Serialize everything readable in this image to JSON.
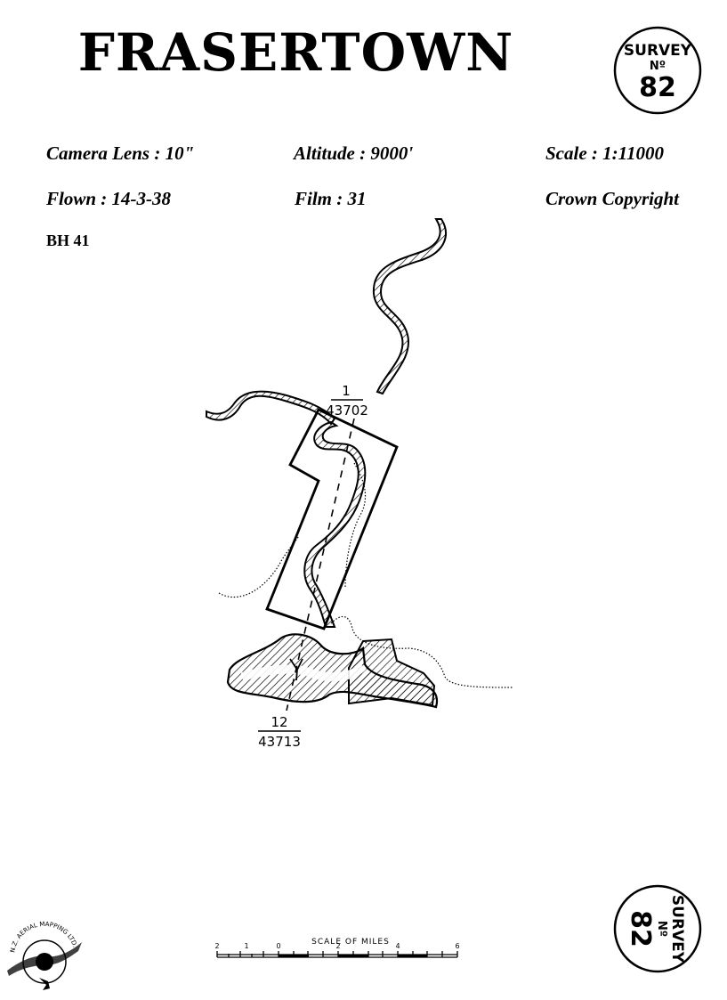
{
  "title": "FRASERTOWN",
  "survey_badge": {
    "line1": "SURVEY",
    "line2": "Nº",
    "number": "82"
  },
  "details": {
    "camera_lens": "Camera Lens : 10\"",
    "altitude": "Altitude : 9000'",
    "scale": "Scale : 1:11000",
    "flown": "Flown : 14-3-38",
    "film": "Film : 31",
    "copyright": "Crown Copyright"
  },
  "reference": "BH 41",
  "map": {
    "start_photo": {
      "number": "1",
      "code": "43702"
    },
    "end_photo": {
      "number": "12",
      "code": "43713"
    }
  },
  "scale_bar": {
    "label": "SCALE OF MILES",
    "ticks": [
      "2",
      "1",
      "0",
      "2",
      "4",
      "6"
    ]
  },
  "logo_text": "N.Z. AERIAL MAPPING LTD.",
  "colors": {
    "ink": "#000000",
    "paper": "#ffffff"
  }
}
